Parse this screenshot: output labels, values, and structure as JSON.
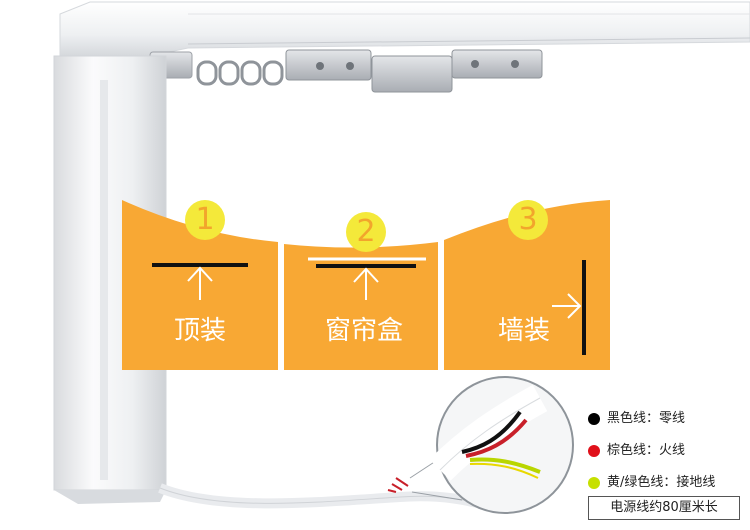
{
  "mount_options": [
    {
      "number": "1",
      "label": "顶装"
    },
    {
      "number": "2",
      "label": "窗帘盒"
    },
    {
      "number": "3",
      "label": "墙装"
    }
  ],
  "wire_legend": [
    {
      "label": "黑色线：零线",
      "color": "#000000"
    },
    {
      "label": "棕色线：火线",
      "color": "#e0101a"
    },
    {
      "label": "黄/绿色线：接地线",
      "color": "#c6e000"
    }
  ],
  "cable_note": "电源线约80厘米长",
  "colors": {
    "panel": "#f8a834",
    "panel_edge": "#f29c22",
    "number_circle": "#f4e93a",
    "number_text": "#f2a52c",
    "rail": "#f3f4f6",
    "bracket": "#c9ccd1"
  }
}
